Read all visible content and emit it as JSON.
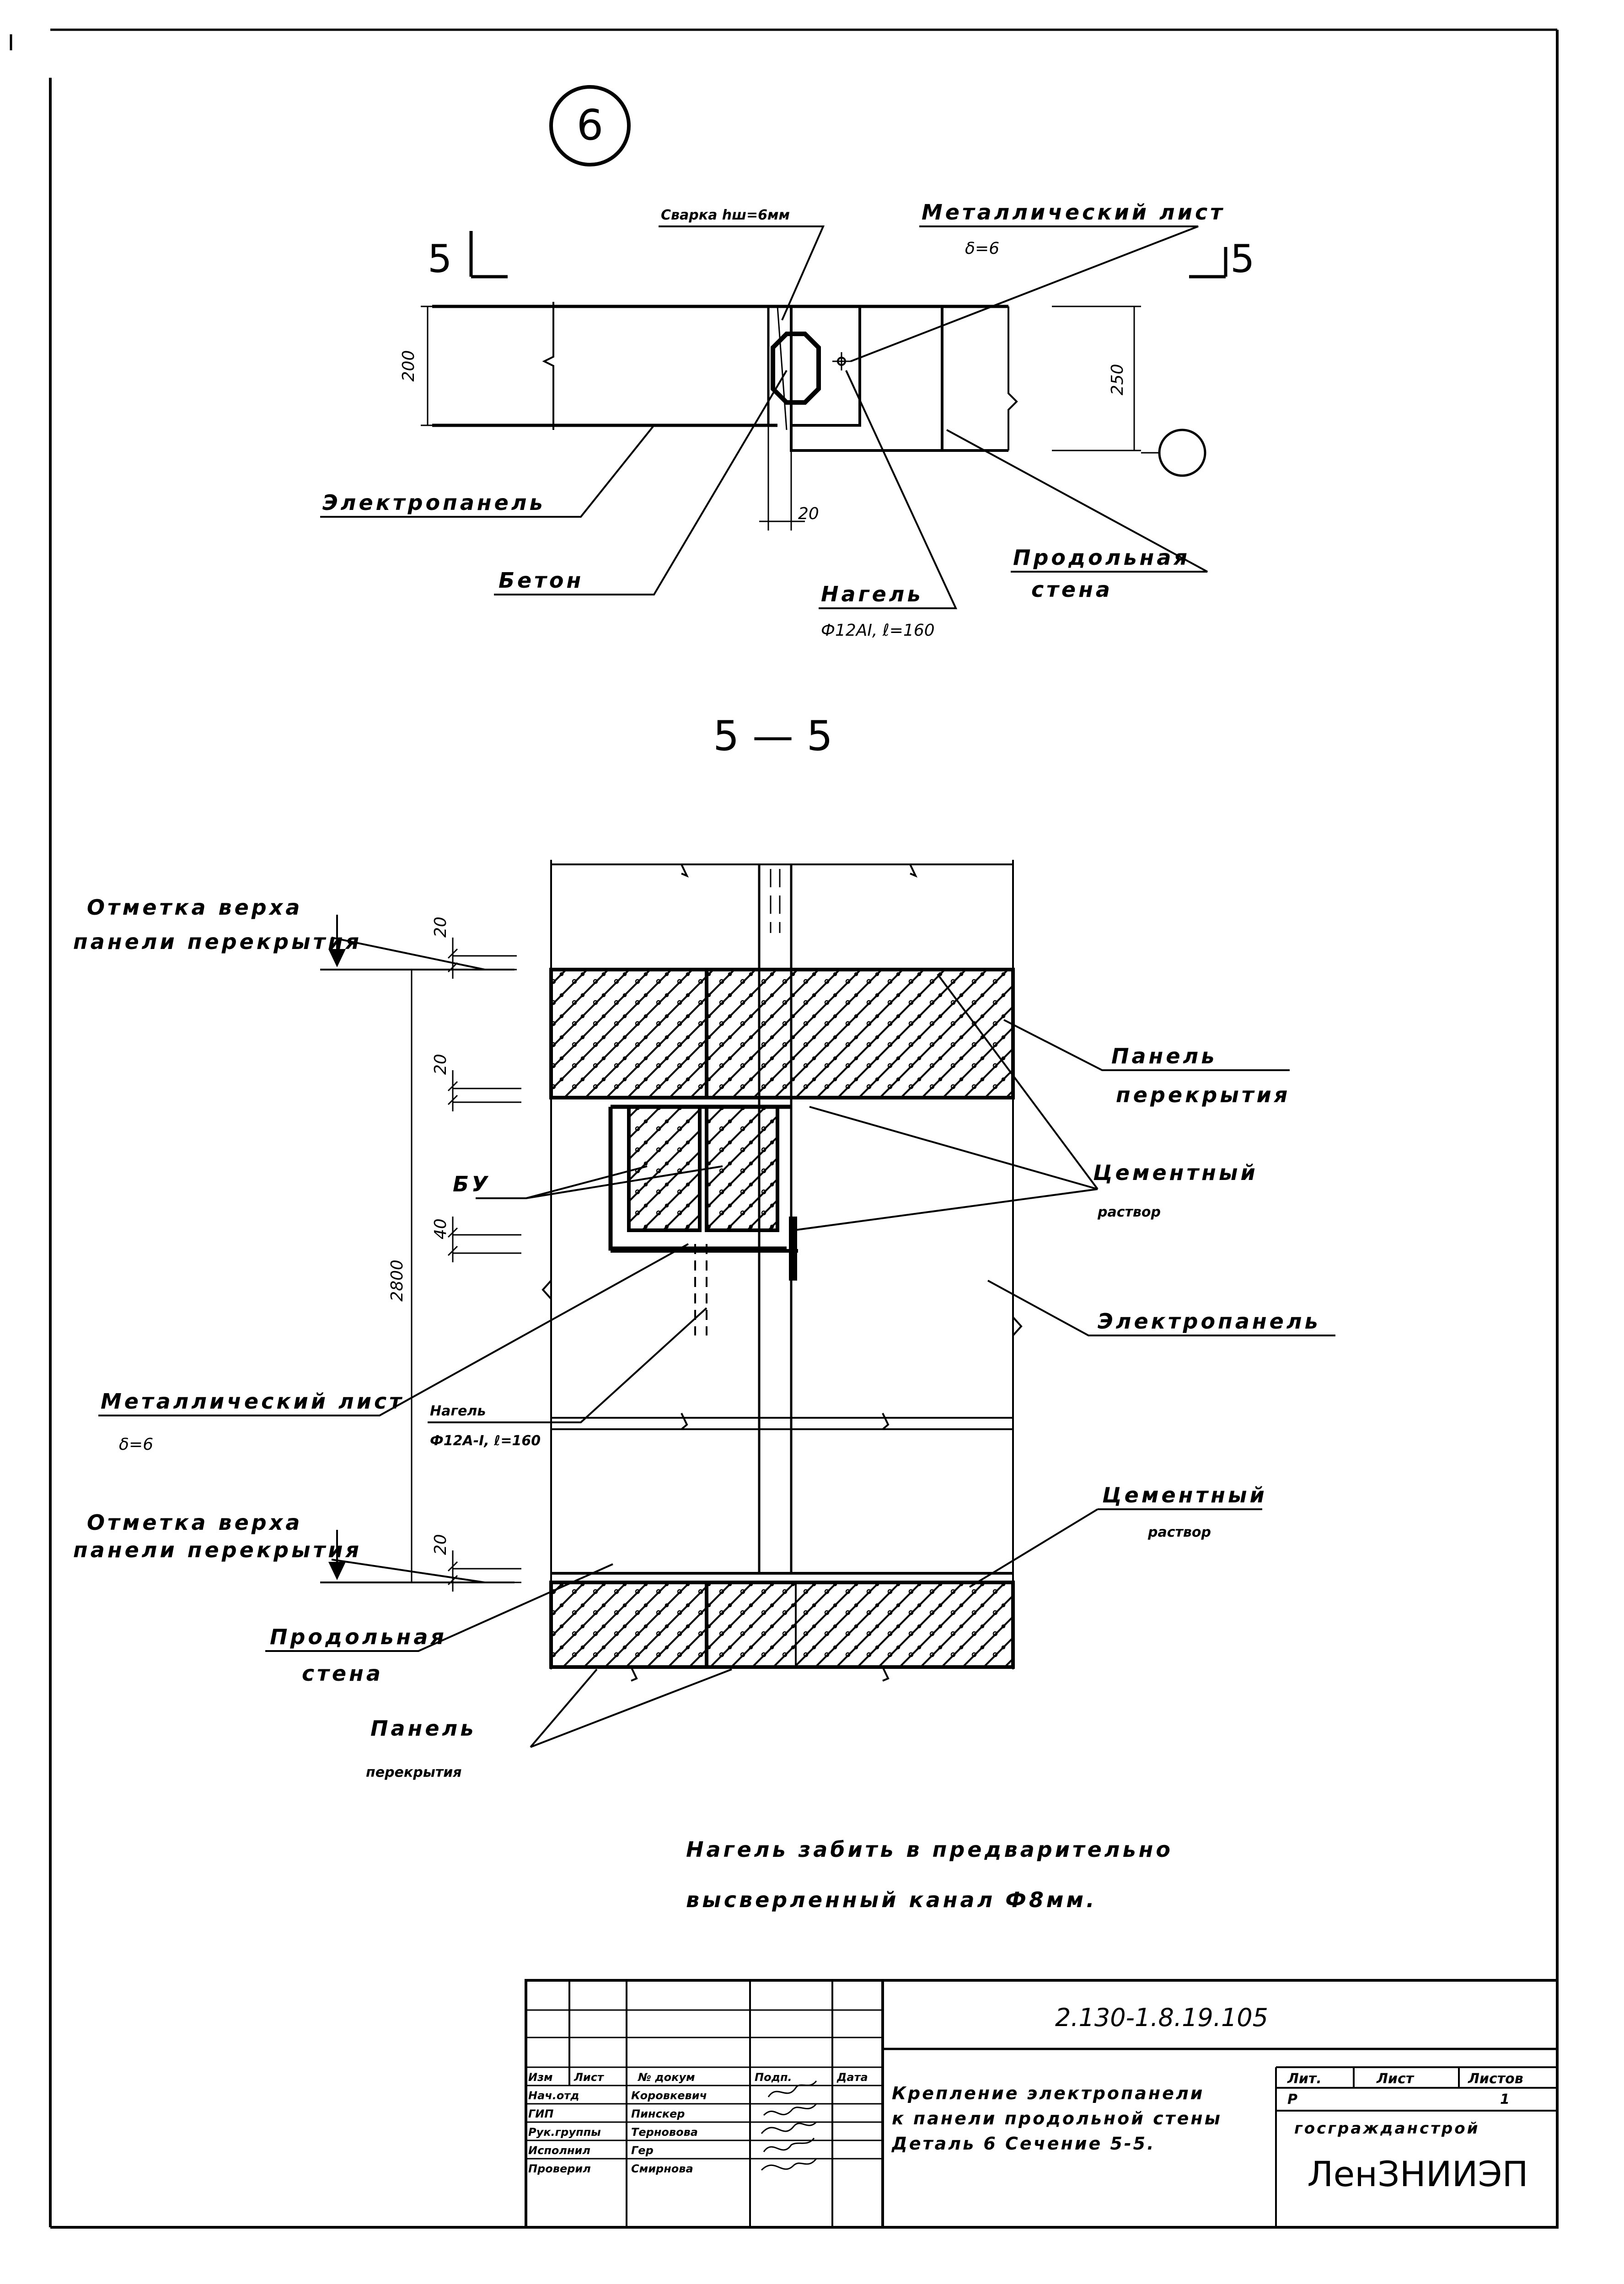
{
  "detail_number": "6",
  "top_detail": {
    "section_mark_left": "5",
    "section_mark_right": "5",
    "weld_label": "Сварка hш=6мм",
    "sheet_label": "Металлический лист",
    "sheet_thickness": "δ=6",
    "dim_200": "200",
    "dim_250": "250",
    "dim_20": "20",
    "panel_label": "Электропанель",
    "concrete_label": "Бетон",
    "dowel_label": "Нагель",
    "dowel_spec": "Ф12АI, ℓ=160",
    "wall_label_1": "Продольная",
    "wall_label_2": "стена"
  },
  "section_title": "5 — 5",
  "section_view": {
    "top_mark_1": "Отметка верха",
    "top_mark_2": "панели перекрытия",
    "bottom_mark_1": "Отметка верха",
    "bottom_mark_2": "панели перекрытия",
    "dim_20a": "20",
    "dim_20b": "20",
    "dim_40": "40",
    "dim_20c": "20",
    "dim_2800": "2800",
    "bu_label": "БУ",
    "slab_label_1": "Панель",
    "slab_label_2": "перекрытия",
    "mortar_label_1": "Цементный",
    "mortar_label_2": "раствор",
    "epanel_label": "Электропанель",
    "sheet_label": "Металлический лист",
    "sheet_thickness": "δ=6",
    "dowel_label": "Нагель",
    "dowel_spec": "Ф12А-I, ℓ=160",
    "mortar2_label_1": "Цементный",
    "mortar2_label_2": "раствор",
    "wall_label_1": "Продольная",
    "wall_label_2": "стена",
    "slab2_label_1": "Панель",
    "slab2_label_2": "перекрытия"
  },
  "note_line_1": "Нагель забить в предварительно",
  "note_line_2": "высверленный канал Ф8мм.",
  "title_block": {
    "doc_code": "2.130-1.8.19.105",
    "headers": [
      "Изм",
      "Лист",
      "№ докум",
      "Подп.",
      "Дата"
    ],
    "roles": [
      {
        "role": "Нач.отд",
        "name": "Коровкевич"
      },
      {
        "role": "ГИП",
        "name": "Пинскер"
      },
      {
        "role": "Рук.группы",
        "name": "Терновова"
      },
      {
        "role": "Исполнил",
        "name": "Гер"
      },
      {
        "role": "Проверил",
        "name": "Смирнова"
      }
    ],
    "title_1": "Крепление электропанели",
    "title_2": "к панели продольной стены",
    "title_3": "Деталь 6  Сечение 5-5.",
    "lit_header": "Лит.",
    "sheet_header": "Лист",
    "sheets_header": "Листов",
    "lit_value": "Р",
    "sheets_value": "1",
    "org_1": "госгражданстрой",
    "org_2": "ЛенЗНИИЭП"
  }
}
